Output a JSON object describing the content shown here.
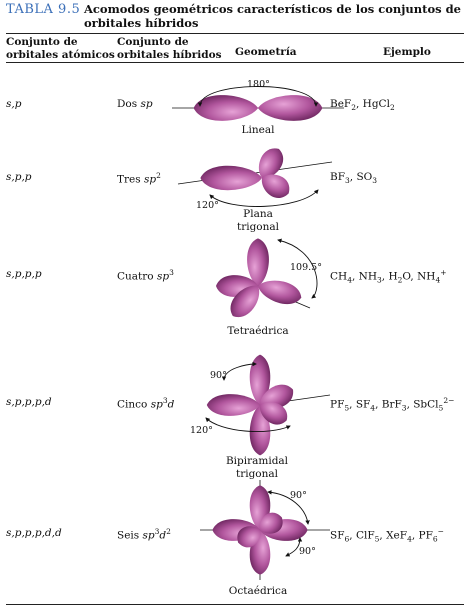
{
  "table": {
    "label": "TABLA 9.5",
    "title": "Acomodos geométricos característicos de los conjuntos de orbitales híbridos"
  },
  "columns": {
    "atomic_line1": "Conjunto de",
    "atomic_line2": "orbitales atómicos",
    "hybrid_line1": "Conjunto de",
    "hybrid_line2": "orbitales híbridos",
    "geometry": "Geometría",
    "example": "Ejemplo"
  },
  "rows": [
    {
      "atomic": "s,p",
      "hybrid_prefix": "Dos ",
      "hybrid_sym": "sp",
      "hybrid_sup": "",
      "hybrid_sym2": "",
      "hybrid_sup2": "",
      "geometry_line1": "Lineal",
      "geometry_line2": "",
      "angles": [
        "180°"
      ],
      "examples": [
        "BeF",
        "2",
        ", HgCl",
        "2"
      ]
    },
    {
      "atomic": "s,p,p",
      "hybrid_prefix": "Tres ",
      "hybrid_sym": "sp",
      "hybrid_sup": "2",
      "geometry_line1": "Plana",
      "geometry_line2": "trigonal",
      "angles": [
        "120°"
      ],
      "examples": [
        "BF",
        "3",
        ", SO",
        "3"
      ]
    },
    {
      "atomic": "s,p,p,p",
      "hybrid_prefix": "Cuatro ",
      "hybrid_sym": "sp",
      "hybrid_sup": "3",
      "geometry_line1": "Tetraédrica",
      "geometry_line2": "",
      "angles": [
        "109.5°"
      ],
      "examples": [
        "CH",
        "4",
        ", NH",
        "3",
        ", H",
        "2",
        "O, NH",
        "4",
        "+"
      ]
    },
    {
      "atomic": "s,p,p,p,d",
      "hybrid_prefix": "Cinco ",
      "hybrid_sym": "sp",
      "hybrid_sup": "3",
      "hybrid_sym2": "d",
      "geometry_line1": "Bipiramidal",
      "geometry_line2": "trigonal",
      "angles": [
        "90°",
        "120°"
      ],
      "examples": [
        "PF",
        "5",
        ", SF",
        "4",
        ", BrF",
        "3",
        ", SbCl",
        "5",
        "2−"
      ]
    },
    {
      "atomic": "s,p,p,p,d,d",
      "hybrid_prefix": "Seis ",
      "hybrid_sym": "sp",
      "hybrid_sup": "3",
      "hybrid_sym2": "d",
      "hybrid_sup2": "2",
      "geometry_line1": "Octaédrica",
      "geometry_line2": "",
      "angles": [
        "90°",
        "90°"
      ],
      "examples": [
        "SF",
        "6",
        ", ClF",
        "5",
        ", XeF",
        "4",
        ", PF",
        "6",
        "−"
      ]
    }
  ],
  "colors": {
    "lobe": "#b2579e",
    "lobe_dark": "#7d2f6d",
    "lobe_light": "#d88ac6",
    "label_blue": "#3b6fb8"
  }
}
